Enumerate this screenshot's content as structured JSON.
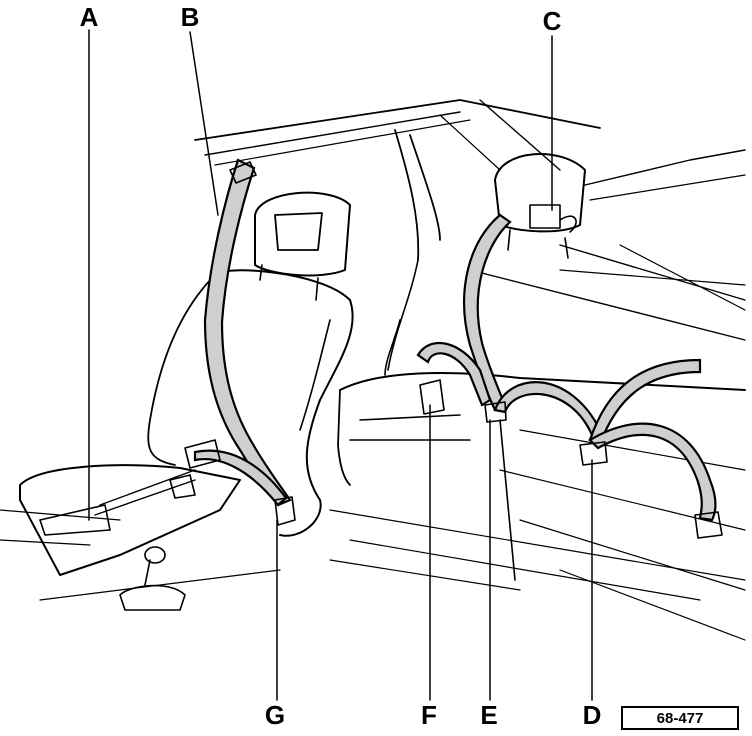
{
  "callouts": {
    "A": "A",
    "B": "B",
    "C": "C",
    "D": "D",
    "E": "E",
    "F": "F",
    "G": "G"
  },
  "reference": "68-477"
}
